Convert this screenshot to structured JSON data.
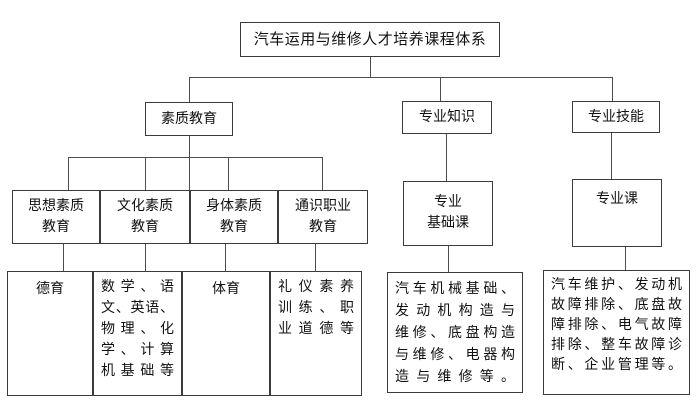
{
  "diagram": {
    "title": "汽车运用与维修人才培养课程体系",
    "level2": {
      "quality": "素质教育",
      "knowledge": "专业知识",
      "skills": "专业技能"
    },
    "level3": {
      "ideological": "思想素质\n教育",
      "cultural": "文化素质\n教育",
      "physical": "身体素质\n教育",
      "general_vocational": "通识职业\n教育",
      "professional_basic": "专业\n基础课",
      "professional_course": "专业课"
    },
    "level4": {
      "moral": "德育",
      "culture_courses": "数学、语\n文、英语、\n物理、化\n学、计算\n机基础等",
      "pe": "体育",
      "etiquette": "礼仪素养\n训练、职\n业道德等",
      "auto_basic_courses": "汽车机械基础、\n发动机构造与\n维修、底盘构造\n与维修、电器构\n造与维修等。",
      "auto_professional_courses": "汽车维护、发动机\n故障排除、底盘故\n障排除、电气故障\n排除、整车故障诊\n断、企业管理等。"
    },
    "colors": {
      "background": "#ffffff",
      "border": "#3b3b3b",
      "connector": "#4d4d4d",
      "text": "#111111"
    }
  }
}
